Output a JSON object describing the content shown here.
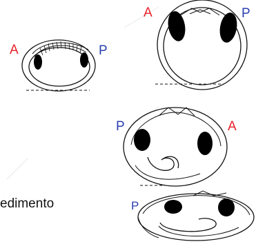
{
  "labels": {
    "shell1": {
      "left": "A",
      "right": "P"
    },
    "shell2": {
      "left": "A",
      "right": "P"
    },
    "shell3": {
      "left": "P",
      "right": "A"
    },
    "shell4": {
      "left": "P"
    }
  },
  "caption": "edimento",
  "colors": {
    "anterior": "#e8202a",
    "posterior": "#2a3fb0",
    "ink": "#111111"
  }
}
